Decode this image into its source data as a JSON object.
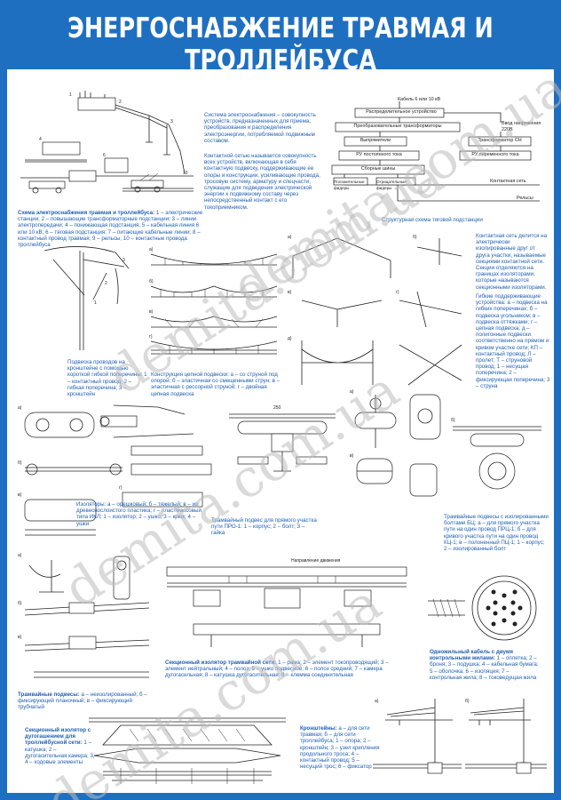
{
  "poster": {
    "title": "ЭНЕРГОСНАБЖЕНИЕ ТРАВМАЯ И ТРОЛЛЕЙБУСА",
    "accent_color": "#1e6fc0",
    "caption_color": "#1f5fb4"
  },
  "watermark": {
    "text": "demita.com.ua"
  },
  "captions": {
    "supply_scheme_title": "Схема электроснабжения травмая и троллейбуса:",
    "supply_scheme_items": "1 – электрические станции; 2 – повышающие трансформаторные подстанции; 3 – линии электропередачи; 4 – понижающая подстанция; 5 – кабельная линия 6 или 10 кВ; 6 – тяговая подстанция; 7 – питающие кабельные линии; 8 – контактный провод травмая; 9 – рельсы; 10 – контактные провода троллейбуса",
    "system_definition": "Система электроснабжения – совокупность устройств, предназначенных для приема, преобразования и распределения электроэнергии, потребляемой подвижным составом.",
    "contact_network_definition": "Контактной сетью называется совокупность всех устройств, включающая в себя контактную подвеску, поддерживающие ее опоры и конструкции, усиливающие провода, тросовую систему, арматуру и спецчасти, служащие для подведения электрической энергии к подвижному составу через непосредственный контакт с его токоприемником.",
    "substation_title": "Структурная схема тяговой подстанции",
    "substation_boxes": {
      "input": "Кабель 6 или 10 кВ",
      "distribution": "Распределительное устройство",
      "converter_transformers": "Преобразовательные трансформаторы",
      "rectifiers": "Выпрямители",
      "aux_input": "Ввод напряжения 220В",
      "aux_transformer": "Трансформатор СН",
      "dc_switchgear": "РУ постоянного тока",
      "ac_switchgear": "РУ переменного тока",
      "busbars": "Сборные шины",
      "positive_feeders": "Положительные фидеры",
      "negative_feeders": "Отрицательные фидеры",
      "contact_network": "Контактная сеть",
      "rails": "Рельсы"
    },
    "bracket_suspension": "Подвеска проводов на кронштейне с помощью короткой гибкой поперечины: 1 – контактный провод; 2 – гибкая поперечина; 3 – кронштейн",
    "chain_suspension": "Конструкция цепной подвески: а – со струной под опорой; б – эластичная со смещенными струн; в – эластичная с рессорной струной; г – двойная цепная подвеска",
    "sections_definition": "Контактная сеть делится на электрически изолированные друг от друга участки, называемые секциями контактной сети. Секции отделяются на границах изоляторами, которые называются секционными изоляторами.",
    "flexible_devices": "Гибкие поддерживающие устройства: а – подвеска на гибких поперечинах; б – подвеска угольником; в – подвеска оттяжками; г – цепная подвеска; д – полигонные подвески соответственно на прямом и кривом участке сети; КП – контактный провод; Л – пролет; Т – струновой провод; 1 – несущая поперечина; 2 – фиксирующая поперечина; 3 – струна",
    "insulators": "Изоляторы: а – орешковый; б – тяжелый; в – из древеснослоистого пластика; г – пластмассовый типа ИКЛ; 1 – изолятор; 2 – ушко; 3 – крюк; 4 – ушки",
    "tram_hanger_title": "Трамвайный подвес для прямого участка пути ПРО-1:",
    "tram_hanger_items": "1 – корпус; 2 – болт; 3 – гайка",
    "tram_hangers_bolts_title": "Трамвайные подвесы с изолированными болтами БЦ:",
    "tram_hangers_bolts_items": "а – для прямого участка пути на один провод ПРЦ-1; б – для кривого участка пути на один провод КЦ-1; в – полоненный ПЦ-1; 1 – корпус; 2 – изолированный болт",
    "tram_section_insulator_title": "Секционный изолятор трамвайной сети:",
    "tram_section_insulator_items": "1 – рама; 2 – элемент токопроводящий; 3 – элемент нейтральный; 4 – полоз; 5 – ушко подвесное; 6 – полоз средний; 7 – камера дугогасильная; 8 – катушка дугогасительная; 9 – клемма соединительная",
    "single_core_cable_title": "Одножильный кабель с двумя контрольными жилами:",
    "single_core_cable_items": "1 – оплетка; 2 – броня; 3 – подушка; 4 – кабельная бумага; 5 – оболочка; 6 – изоляция; 7 – контрольная жила; 8 – токоведущая жила",
    "tram_hangers_title": "Трамвайные подвесы:",
    "tram_hangers_items": "а – неизолированный; б – фиксирующий планочный; в – фиксирующий трубчатый",
    "trolley_section_insulator_title": "Секционный изолятор с дугогашением для троллейбусной сети:",
    "trolley_section_insulator_items": "1 – катушка; 2 – дугогасительная камера; 3, 4 – ходовые элементы",
    "brackets_title": "Кронштейны:",
    "brackets_items": "а – для сети травмая; б – для сети троллейбуса; 1 – опора; 2 – кронштейн; 3 – узел крепления продольного троса; 4 – контактный провод; 5 – несущий трос; 6 – фиксатор"
  }
}
